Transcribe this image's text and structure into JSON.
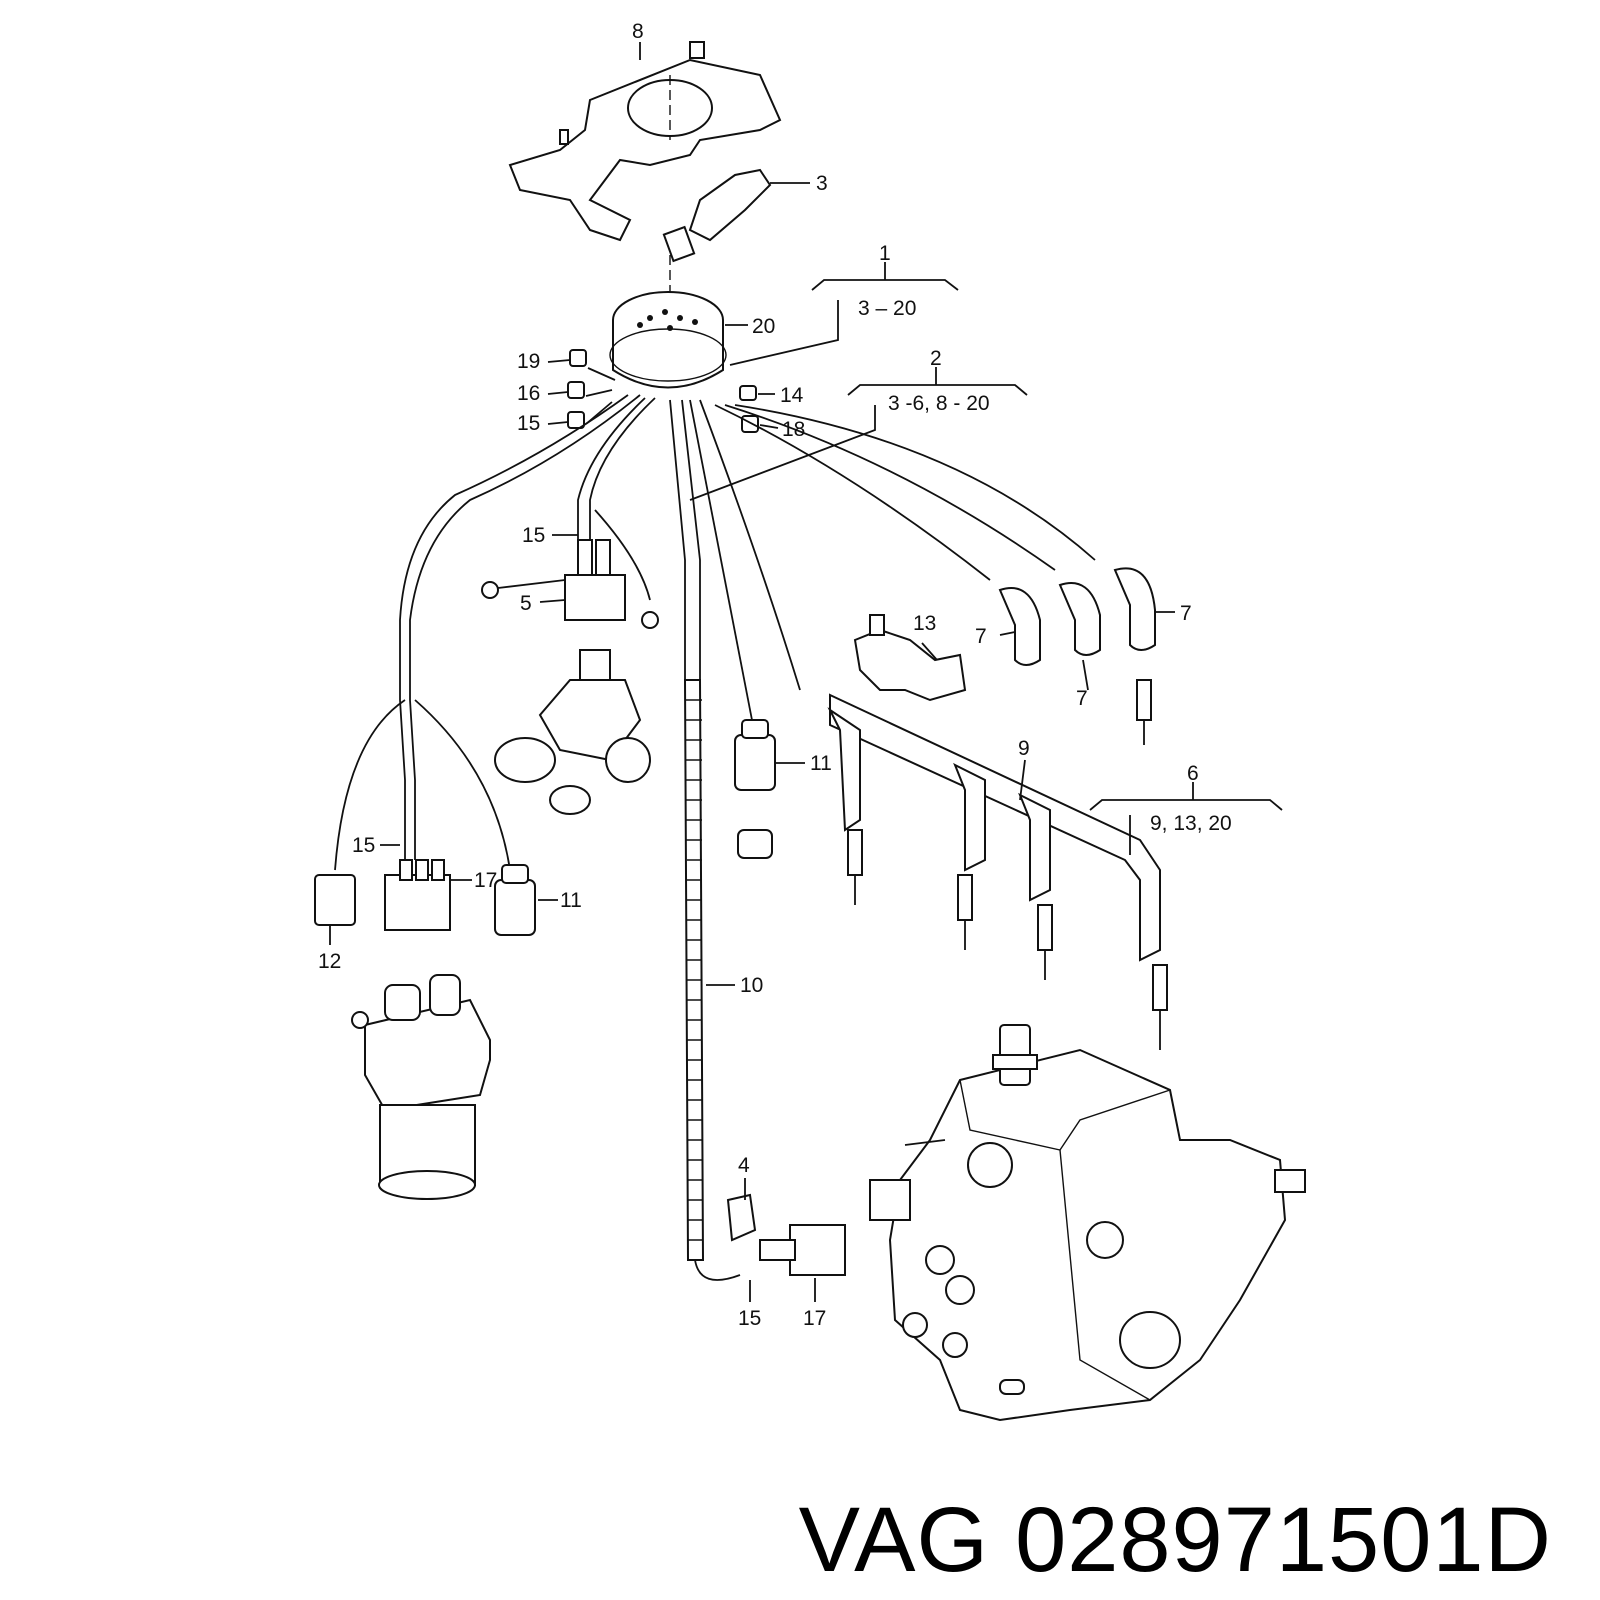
{
  "caption": {
    "brand": "VAG",
    "part_number": "028971501D"
  },
  "callouts": {
    "c1": "1",
    "c1_range": "3 – 20",
    "c2": "2",
    "c2_range": "3 -6, 8 - 20",
    "c3": "3",
    "c4": "4",
    "c5": "5",
    "c6": "6",
    "c6_range": "9,  13,  20",
    "c7a": "7",
    "c7b": "7",
    "c7c": "7",
    "c8": "8",
    "c9": "9",
    "c10": "10",
    "c11a": "11",
    "c11b": "11",
    "c12": "12",
    "c13": "13",
    "c14": "14",
    "c15a": "15",
    "c15b": "15",
    "c15c": "15",
    "c15d": "15",
    "c16": "16",
    "c17a": "17",
    "c17b": "17",
    "c18": "18",
    "c19": "19",
    "c20": "20"
  },
  "colors": {
    "line": "#111111",
    "background": "#ffffff"
  }
}
